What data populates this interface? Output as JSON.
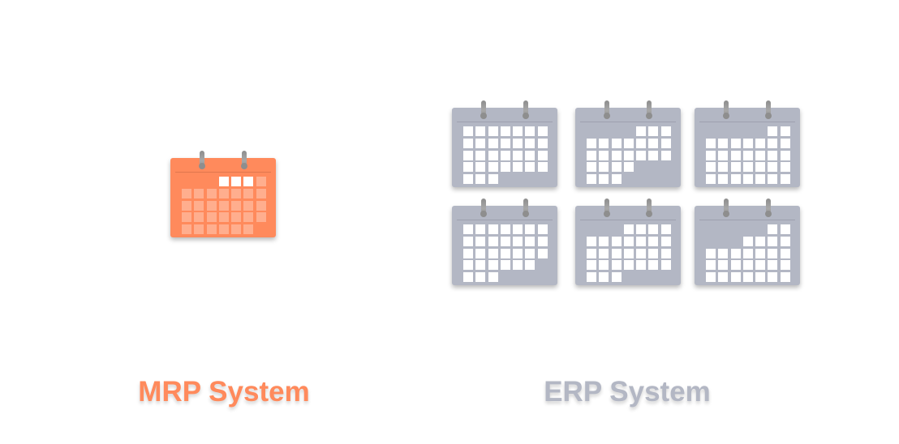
{
  "mrp": {
    "label": "MRP System",
    "color": "#ff8a5c",
    "icon": "calendar-icon",
    "calendar": {
      "color": "orange",
      "blank": [
        0,
        1,
        2,
        34
      ],
      "highlight": [
        3,
        4,
        5
      ]
    }
  },
  "erp": {
    "label": "ERP System",
    "color": "#b3b7c4",
    "icon": "calendar-icon",
    "calendars": [
      {
        "color": "grey",
        "blank": [
          31,
          32,
          33,
          34
        ]
      },
      {
        "color": "grey",
        "blank": [
          0,
          1,
          2,
          3,
          25,
          26,
          27,
          31,
          32,
          33,
          34
        ]
      },
      {
        "color": "grey",
        "blank": [
          0,
          1,
          2,
          3,
          4
        ]
      },
      {
        "color": "grey",
        "blank": [
          27,
          31,
          32,
          33,
          34
        ]
      },
      {
        "color": "grey",
        "blank": [
          0,
          1,
          2,
          31,
          32,
          33,
          34
        ]
      },
      {
        "color": "grey",
        "blank": [
          0,
          1,
          2,
          3,
          4,
          7,
          8,
          9
        ]
      }
    ]
  }
}
